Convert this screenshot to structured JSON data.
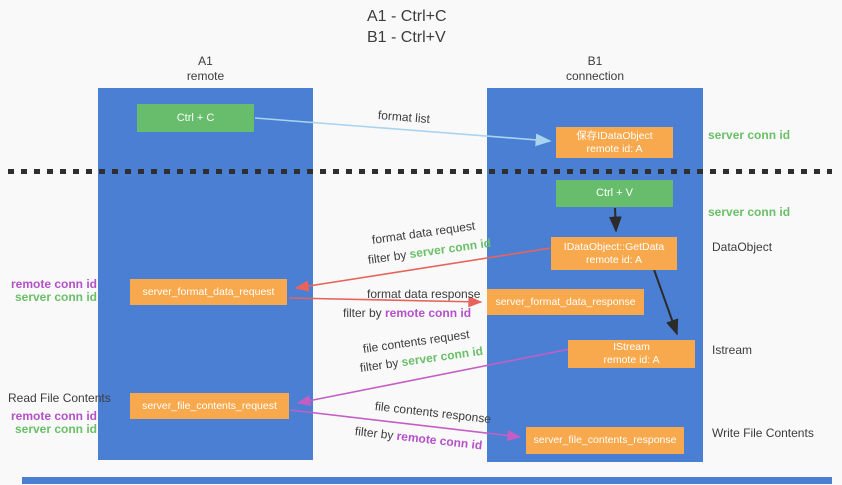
{
  "title": {
    "line1": "A1 - Ctrl+C",
    "line2": "B1 - Ctrl+V"
  },
  "columns": {
    "a1": {
      "name": "A1",
      "subtitle": "remote"
    },
    "b1": {
      "name": "B1",
      "subtitle": "connection"
    }
  },
  "boxes": {
    "ctrl_c": {
      "label": "Ctrl + C"
    },
    "ctrl_v": {
      "label": "Ctrl + V"
    },
    "save_dataobject": {
      "line1": "保存IDataObject",
      "line2": "remote id: A"
    },
    "getdata": {
      "line1": "IDataObject::GetData",
      "line2": "remote id: A"
    },
    "istream": {
      "line1": "IStream",
      "line2": "remote id: A"
    },
    "server_format_data_request": {
      "label": "server_format_data_request"
    },
    "server_format_data_response": {
      "label": "server_format_data_response"
    },
    "server_file_contents_request": {
      "label": "server_file_contents_request"
    },
    "server_file_contents_response": {
      "label": "server_file_contents_response"
    }
  },
  "flow_labels": {
    "format_list": "format list",
    "format_data_request": "format data request",
    "format_data_response": "format data response",
    "file_contents_request": "file contents request",
    "file_contents_response": "file contents response",
    "filter_by": "filter by ",
    "server_conn_id": "server conn id",
    "remote_conn_id": "remote conn id"
  },
  "side_labels": {
    "right_server_conn_id_top": "server conn id",
    "right_server_conn_id_mid": "server conn id",
    "dataobject": "DataObject",
    "istream": "Istream",
    "write_file_contents": "Write File Contents",
    "read_file_contents": "Read File Contents",
    "left_remote_conn_id_1": "remote conn id",
    "left_server_conn_id_1": "server conn id",
    "left_remote_conn_id_2": "remote conn id",
    "left_server_conn_id_2": "server conn id"
  },
  "colors": {
    "column_blue": "#4a7fd3",
    "box_green": "#68bd6d",
    "box_orange": "#f9a94d",
    "arrow_light_blue": "#a9d4f0",
    "arrow_red": "#e8635c",
    "arrow_magenta": "#c45ec4",
    "arrow_black": "#2b2b2b",
    "text_green": "#6abf69",
    "text_purple": "#b450c8",
    "text_dark": "#3c3c3c",
    "dash_color": "#2f2f2f"
  }
}
